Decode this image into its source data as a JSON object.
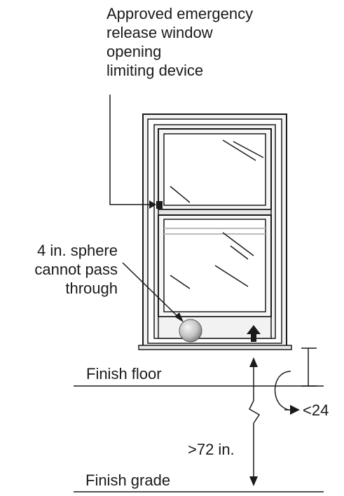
{
  "labels": {
    "device_line1": "Approved emergency",
    "device_line2": "release window",
    "device_line3": "opening",
    "device_line4": "limiting device",
    "sphere_line1": "4 in. sphere",
    "sphere_line2": "cannot pass",
    "sphere_line3": "through",
    "finish_floor": "Finish floor",
    "finish_grade": "Finish grade",
    "height_dim": ">72 in.",
    "sill_dim": "<24"
  },
  "colors": {
    "line": "#1a1a1a",
    "frame_fill": "#f2f2f2",
    "glass_fill": "#ffffff",
    "sphere_light": "#eeeeee",
    "sphere_dark": "#7a7a7a"
  }
}
